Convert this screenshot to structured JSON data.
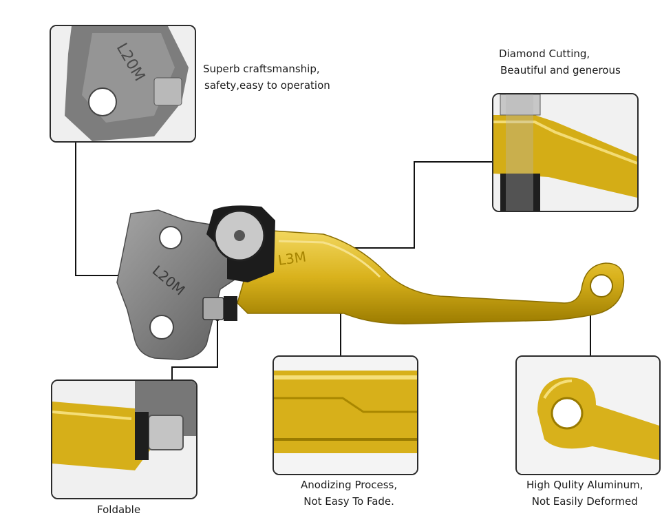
{
  "captions": {
    "craftsmanship": {
      "line1": "Superb craftsmanship,",
      "line2": "safety,easy to operation"
    },
    "diamond": {
      "line1": "Diamond Cutting,",
      "line2": "Beautiful and generous"
    },
    "anodizing": {
      "line1": "Anodizing Process,",
      "line2": "Not Easy To Fade."
    },
    "aluminum": {
      "line1": "High Qulity Aluminum,",
      "line2": "Not Easily Deformed"
    },
    "foldable": {
      "line1": "Foldable"
    }
  },
  "engravings": {
    "perch": "L20M",
    "lever": "L3M"
  },
  "colors": {
    "gold": "#d9b21c",
    "gold_dark": "#a98700",
    "gold_light": "#f0d35a",
    "steel": "#8a8a8a",
    "steel_dark": "#5e5e5e",
    "black": "#1c1c1c",
    "line": "#111111"
  }
}
